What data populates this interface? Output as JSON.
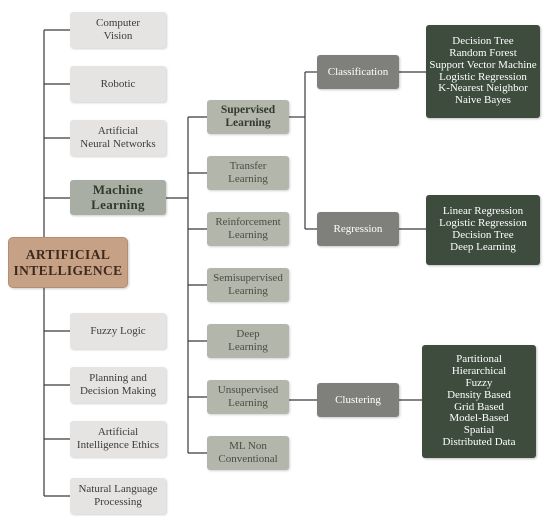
{
  "root": [
    "ARTIFICIAL",
    "INTELLIGENCE"
  ],
  "left_branches": [
    [
      "Computer",
      "Vision"
    ],
    [
      "Robotic"
    ],
    [
      "Artificial",
      "Neural Networks"
    ],
    [
      "Machine",
      "Learning"
    ],
    [
      "Fuzzy Logic"
    ],
    [
      "Planning and",
      "Decision Making"
    ],
    [
      "Artificial",
      "Intelligence Ethics"
    ],
    [
      "Natural Language",
      "Processing"
    ]
  ],
  "ml_types": [
    [
      "Supervised",
      "Learning"
    ],
    [
      "Transfer",
      "Learning"
    ],
    [
      "Reinforcement",
      "Learning"
    ],
    [
      "Semisupervised",
      "Learning"
    ],
    [
      "Deep",
      "Learning"
    ],
    [
      "Unsupervised",
      "Learning"
    ],
    [
      "ML Non",
      "Conventional"
    ]
  ],
  "tasks": [
    "Classification",
    "Regression",
    "Clustering"
  ],
  "methods": {
    "classification": [
      "Decision Tree",
      "Random Forest",
      "Support Vector Machine",
      "Logistic Regression",
      "K-Nearest Neighbor",
      "Naive Bayes"
    ],
    "regression": [
      "Linear Regression",
      "Logistic Regression",
      "Decision Tree",
      "Deep Learning"
    ],
    "clustering": [
      "Partitional",
      "Hierarchical",
      "Fuzzy",
      "Density Based",
      "Grid Based",
      "Model-Based",
      "Spatial",
      "Distributed Data"
    ]
  }
}
